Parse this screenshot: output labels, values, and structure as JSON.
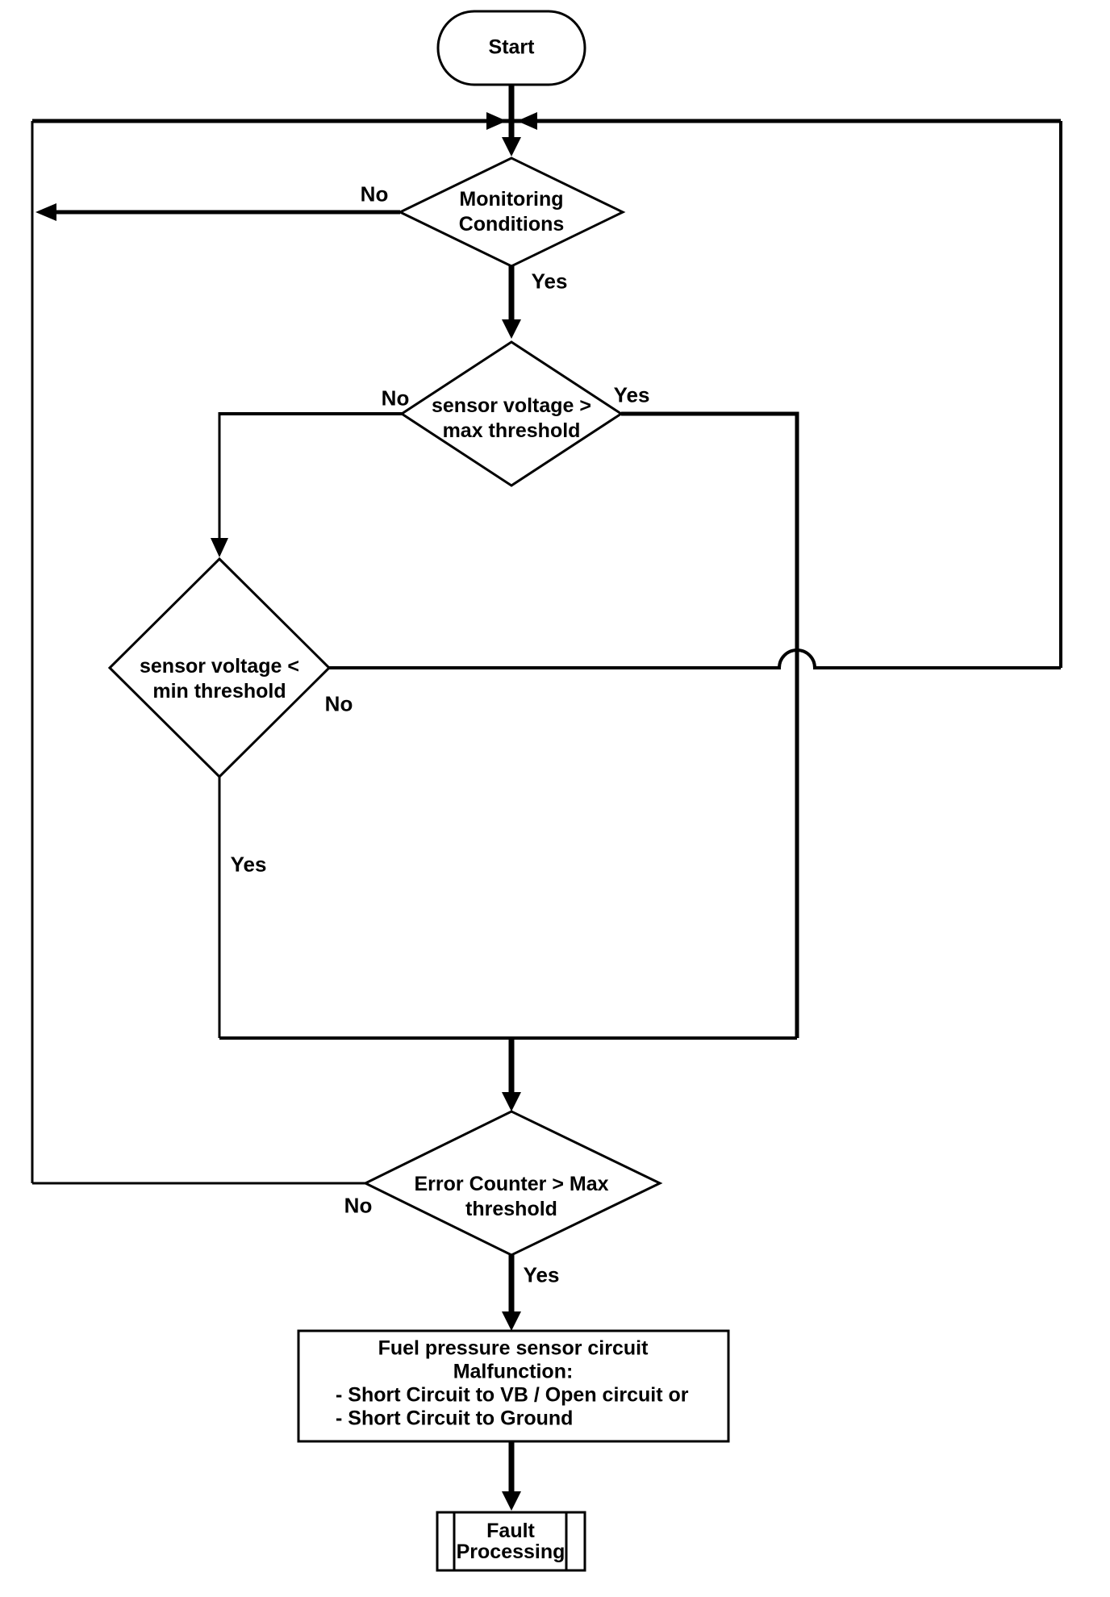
{
  "diagram": {
    "background": "#ffffff",
    "line_color": "#000000",
    "nodes": {
      "start": {
        "type": "terminator",
        "label": "Start"
      },
      "monitoring_conditions": {
        "type": "decision",
        "line1": "Monitoring",
        "line2": "Conditions"
      },
      "sensor_voltage_max": {
        "type": "decision",
        "line1": "sensor voltage >",
        "line2": "max threshold"
      },
      "sensor_voltage_min": {
        "type": "decision",
        "line1": "sensor voltage <",
        "line2": "min threshold"
      },
      "error_counter": {
        "type": "decision",
        "line1": "Error Counter > Max",
        "line2": "threshold"
      },
      "malfunction": {
        "type": "process",
        "line1": "Fuel pressure sensor circuit",
        "line2": "Malfunction:",
        "line3": "- Short Circuit to VB / Open circuit or",
        "line4": "- Short Circuit to Ground"
      },
      "fault_processing": {
        "type": "predefined-process",
        "line1": "Fault",
        "line2": "Processing"
      }
    },
    "edge_labels": {
      "monitoring_no": "No",
      "monitoring_yes": "Yes",
      "max_no": "No",
      "max_yes": "Yes",
      "min_no": "No",
      "min_yes": "Yes",
      "error_no": "No",
      "error_yes": "Yes"
    }
  }
}
